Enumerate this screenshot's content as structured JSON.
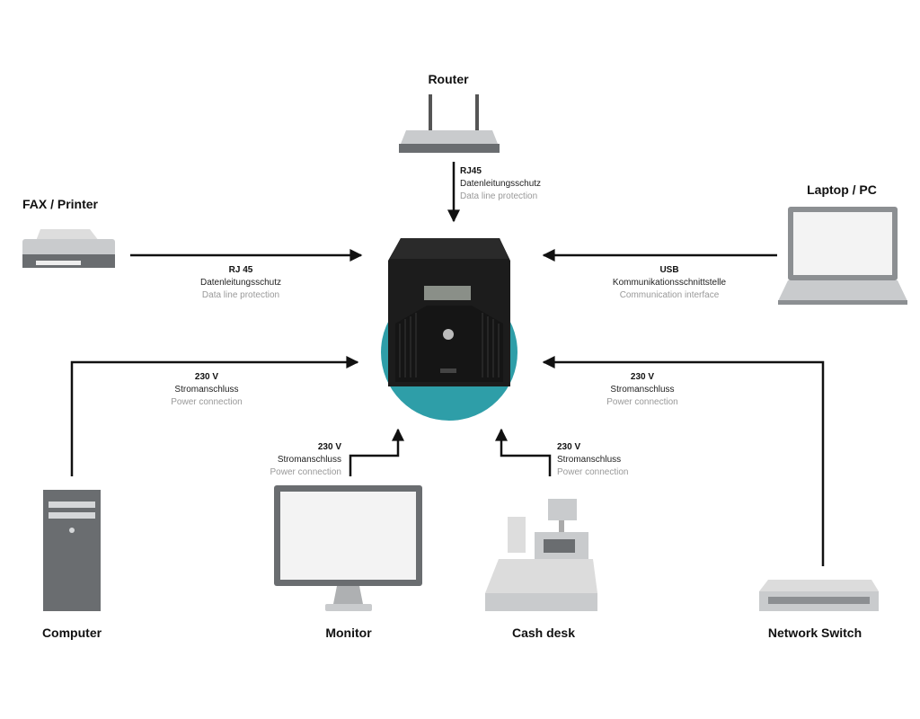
{
  "colors": {
    "accent_circle": "#2e9ea8",
    "ups_body": "#1c1c1c",
    "device_gray": "#c9cbcd",
    "arrow": "#111111"
  },
  "center_device": {
    "name": "ups-unit",
    "icon": "ups-icon"
  },
  "devices": {
    "router": {
      "label": "Router",
      "icon": "router-icon"
    },
    "fax_printer": {
      "label": "FAX / Printer",
      "icon": "printer-icon"
    },
    "laptop_pc": {
      "label": "Laptop / PC",
      "icon": "laptop-icon"
    },
    "computer": {
      "label": "Computer",
      "icon": "tower-pc-icon"
    },
    "monitor": {
      "label": "Monitor",
      "icon": "monitor-icon"
    },
    "cash_desk": {
      "label": "Cash desk",
      "icon": "cash-register-icon"
    },
    "network_switch": {
      "label": "Network Switch",
      "icon": "network-switch-icon"
    }
  },
  "connections": {
    "router": {
      "title": "RJ45",
      "de": "Datenleitungsschutz",
      "en": "Data line protection"
    },
    "fax_printer": {
      "title": "RJ 45",
      "de": "Datenleitungsschutz",
      "en": "Data line protection"
    },
    "laptop_pc": {
      "title": "USB",
      "de": "Kommunikationsschnittstelle",
      "en": "Communication interface"
    },
    "computer": {
      "title": "230 V",
      "de": "Stromanschluss",
      "en": "Power connection"
    },
    "network_switch": {
      "title": "230 V",
      "de": "Stromanschluss",
      "en": "Power connection"
    },
    "monitor": {
      "title": "230 V",
      "de": "Stromanschluss",
      "en": "Power connection"
    },
    "cash_desk": {
      "title": "230 V",
      "de": "Stromanschluss",
      "en": "Power connection"
    }
  }
}
